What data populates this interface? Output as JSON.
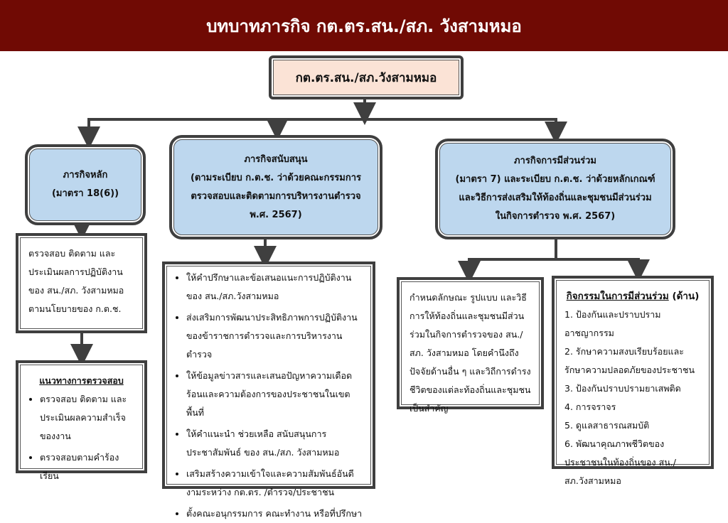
{
  "header": {
    "title": "บทบาทภารกิจ กต.ตร.สน./สภ. วังสามหมอ"
  },
  "root": {
    "label": "กต.ตร.สน./สภ.วังสามหมอ"
  },
  "main_mission": {
    "title": "ภารกิจหลัก",
    "subtitle": "(มาตรา 18(6))",
    "detail": "ตรวจสอบ ติดตาม และประเมินผลการปฏิบัติงานของ สน./สภ. วังสามหมอ ตามนโยบายของ ก.ต.ช.",
    "guideline_title": "แนวทางการตรวจสอบ",
    "guidelines": [
      "ตรวจสอบ ติดตาม และประเมินผลความสำเร็จของงาน",
      "ตรวจสอบตามคำร้องเรียน"
    ]
  },
  "support_mission": {
    "lines": [
      "ภารกิจสนับสนุน",
      "(ตามระเบียบ ก.ต.ช. ว่าด้วยคณะกรรมการ",
      "ตรวจสอบและติดตามการบริหารงานตำรวจ",
      "พ.ศ. 2567)"
    ],
    "items": [
      "ให้คำปรึกษาและข้อเสนอแนะการปฏิบัติงานของ สน./สภ.วังสามหมอ",
      "ส่งเสริมการพัฒนาประสิทธิภาพการปฏิบัติงานของข้าราชการตำรวจและการบริหารงานตำรวจ",
      "ให้ข้อมูลข่าวสารและเสนอปัญหาความเดือดร้อนและความต้องการของประชาชนในเขตพื้นที่",
      "ให้คำแนะนำ ช่วยเหลือ สนับสนุนการประชาสัมพันธ์ ของ สน./สภ. วังสามหมอ",
      "เสริมสร้างความเข้าใจและความสัมพันธ์อันดีงามระหว่าง กต.ตร. /ตำรวจ/ประชาชน",
      "ตั้งคณะอนุกรรมการ คณะทำงาน หรือที่ปรึกษา"
    ]
  },
  "participation_mission": {
    "lines": [
      "ภารกิจการมีส่วนร่วม",
      "(มาตรา 7) และระเบียบ ก.ต.ช. ว่าด้วยหลักเกณฑ์",
      "และวิธีการส่งเสริมให้ท้องถิ่นและชุมชนมีส่วนร่วม",
      "ในกิจการตำรวจ พ.ศ. 2567)"
    ],
    "detail": "กำหนดลักษณะ รูปแบบ และวิธีการให้ท้องถิ่นและชุมชนมีส่วนร่วมในกิจการตำรวจของ สน./สภ. วังสามหมอ โดยคำนึงถึงปัจจัยด้านอื่น ๆ และวิถีการดำรง ชีวิตของแต่ละท้องถิ่นและชุมชนเป็นสำคัญ",
    "activities_title": "กิจกรรมในการมีส่วนร่วม",
    "activities_suffix": " (ด้าน)",
    "activities": [
      "1. ป้องกันและปราบปรามอาชญากรรม",
      "2. รักษาความสงบเรียบร้อยและรักษาความปลอดภัยของประชาชน",
      "3. ป้องกันปราบปรามยาเสพติด",
      "4. การจราจร",
      "5. ดูแลสาธารณสมบัติ",
      "6. พัฒนาคุณภาพชีวิตของประชาชนในท้องถิ่นของ สน./สภ.วังสามหมอ"
    ]
  }
}
